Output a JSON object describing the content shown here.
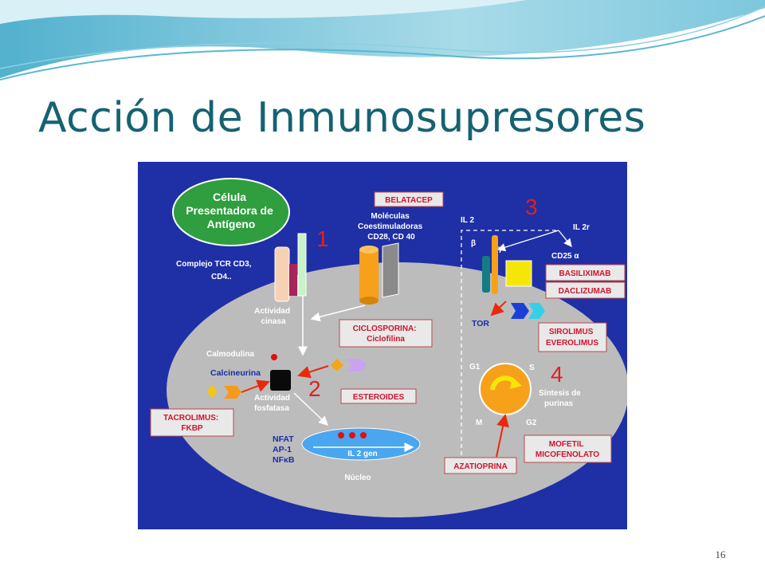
{
  "slide": {
    "title": "Acción de Inmunosupresores",
    "page_number": "16"
  },
  "diagram": {
    "apc_cell": [
      "Célula",
      "Presentadora de",
      "Antígeno"
    ],
    "tcr_complex": [
      "Complejo TCR CD3,",
      "CD4.."
    ],
    "kinase_activity": [
      "Actividad",
      "cinasa"
    ],
    "costimulatory": [
      "Moléculas",
      "Coestimuladoras",
      "CD28, CD 40"
    ],
    "calmodulin": "Calmodulina",
    "calcineurin": "Calcineurina",
    "phosphatase_activity": [
      "Actividad",
      "fosfatasa"
    ],
    "transcription_factors": [
      "NFAT",
      "AP-1",
      "NFκB"
    ],
    "il2_gene": "IL 2 gen",
    "nucleus": "Núcleo",
    "il2": "IL 2",
    "il2r": "IL 2r",
    "beta": "β",
    "gamma": "γ",
    "cd25": "CD25 α",
    "tor": "TOR",
    "cell_cycle": {
      "g1": "G1",
      "s": "S",
      "m": "M",
      "g2": "G2"
    },
    "purine_synthesis": [
      "Síntesis de",
      "purinas"
    ],
    "numbers": [
      "1",
      "2",
      "3",
      "4"
    ],
    "drugs": {
      "belatacep": "BELATACEP",
      "ciclosporina": [
        "CICLOSPORINA:",
        "Ciclofilina"
      ],
      "esteroides": "ESTEROIDES",
      "tacrolimus": [
        "TACROLIMUS:",
        "FKBP"
      ],
      "basiliximab": "BASILIXIMAB",
      "daclizumab": "DACLIZUMAB",
      "sirolimus": [
        "SIROLIMUS",
        "EVEROLIMUS"
      ],
      "mofetil": [
        "MOFETIL",
        "MICOFENOLATO"
      ],
      "azatioprina": "AZATIOPRINA"
    }
  },
  "colors": {
    "title": "#156272",
    "figure_background": "#1f2fa6",
    "cell_body": "#bcbcbc",
    "apc": "#2e9e3e",
    "drug_text": "#d0142c",
    "number": "#e02020"
  }
}
